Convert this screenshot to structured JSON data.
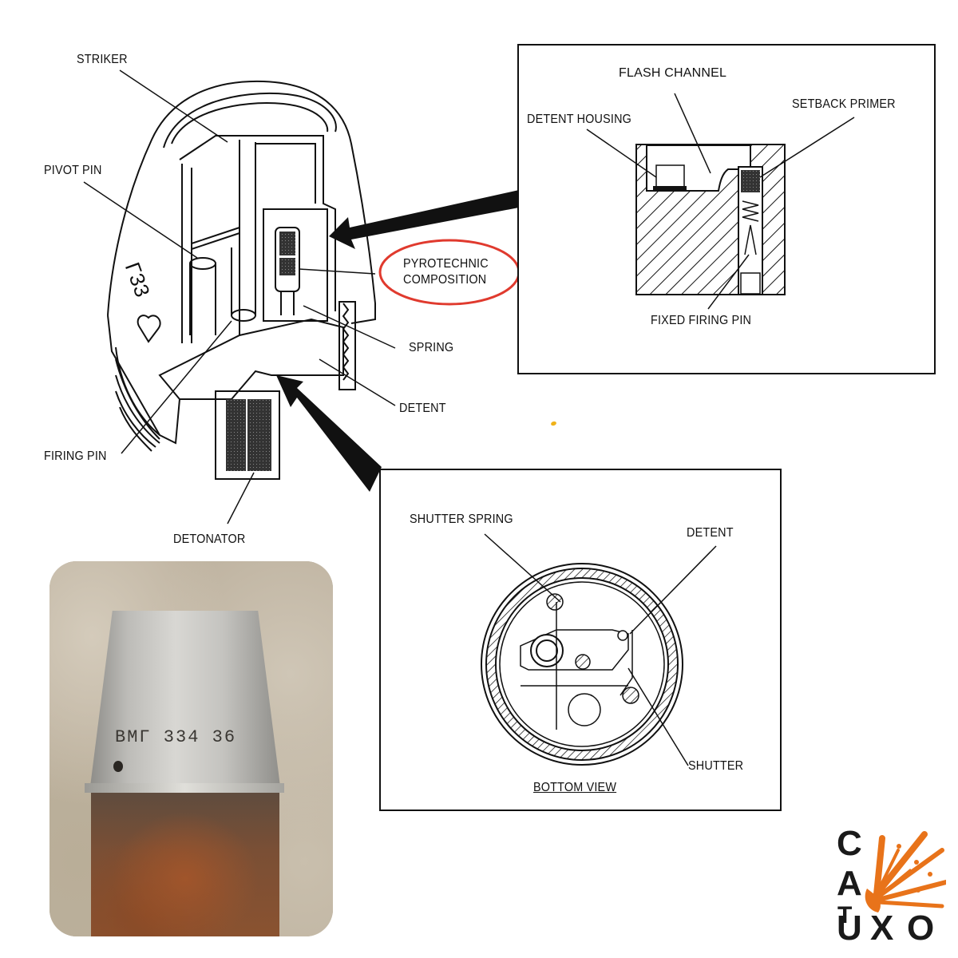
{
  "main_diagram": {
    "labels": {
      "striker": "STRIKER",
      "pivot_pin": "PIVOT PIN",
      "pyrotechnic_composition": "PYROTECHNIC\nCOMPOSITION",
      "pyro_line1": "PYROTECHNIC",
      "pyro_line2": "COMPOSITION",
      "spring": "SPRING",
      "detent": "DETENT",
      "firing_pin": "FIRING PIN",
      "detonator": "DETONATOR"
    },
    "body_marking": "Γ33"
  },
  "inset_top": {
    "labels": {
      "flash_channel": "FLASH CHANNEL",
      "detent_housing": "DETENT HOUSING",
      "setback_primer": "SETBACK PRIMER",
      "fixed_firing_pin": "FIXED FIRING PIN"
    }
  },
  "inset_bottom": {
    "labels": {
      "shutter_spring": "SHUTTER SPRING",
      "detent": "DETENT",
      "shutter": "SHUTTER",
      "caption": "BOTTOM VIEW"
    }
  },
  "photo": {
    "marking": "BMΓ 334 36"
  },
  "logo": {
    "letters": [
      "C",
      "A",
      "T",
      "U",
      "X",
      "O"
    ],
    "accent_color": "#e8731a"
  },
  "highlight_color": "#e03a2e"
}
